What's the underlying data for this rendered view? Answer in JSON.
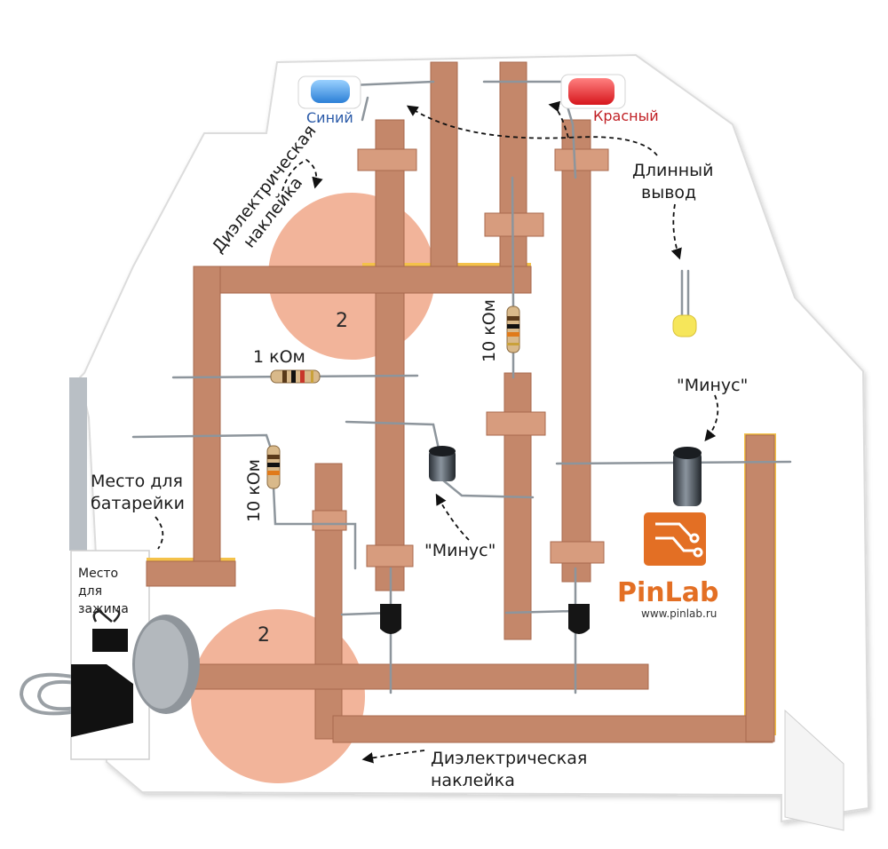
{
  "leds": {
    "blue": {
      "label": "Синий",
      "color": "#3a8fe0",
      "label_color": "#2a5aa8"
    },
    "red": {
      "label": "Красный",
      "color": "#e8252a",
      "label_color": "#c01f24"
    }
  },
  "labels": {
    "dielectric_top_line1": "Диэлектрическая",
    "dielectric_top_line2": "наклейка",
    "dielectric_bottom_line1": "Диэлектрическая",
    "dielectric_bottom_line2": "наклейка",
    "long_lead_line1": "Длинный",
    "long_lead_line2": "вывод",
    "resistor_1k": "1 кОм",
    "resistor_10k_right": "10 кОм",
    "resistor_10k_left": "10 кОм",
    "minus_right": "\"Минус\"",
    "minus_center": "\"Минус\"",
    "battery_line1": "Место для",
    "battery_line2": "батарейки",
    "clip_line1": "Место",
    "clip_line2": "для",
    "clip_line3": "зажима",
    "pad_number_top": "2",
    "pad_number_bottom": "2"
  },
  "brand": {
    "name": "PinLab",
    "website": "www.pinlab.ru",
    "color": "#e36f24"
  },
  "colors": {
    "copper_tape": "#c4876a",
    "dielectric_pad": "#f2b49a",
    "board": "#ffffff",
    "board_edge": "#d8d8d8"
  }
}
